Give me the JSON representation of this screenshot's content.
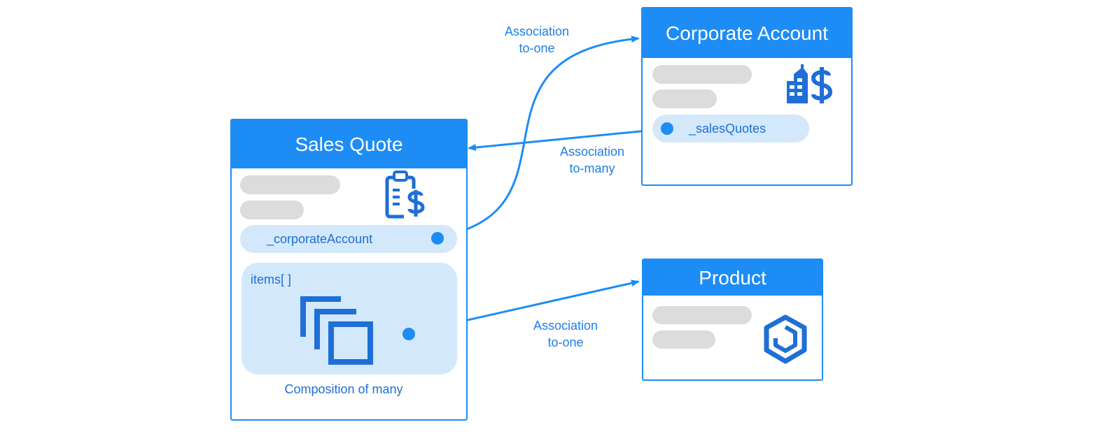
{
  "entities": {
    "corporate_account": {
      "title": "Corporate Account",
      "field": "_salesQuotes"
    },
    "sales_quote": {
      "title": "Sales Quote",
      "field": "_corporateAccount",
      "items_label": "items[ ]",
      "composition_label": "Composition of many"
    },
    "product": {
      "title": "Product"
    }
  },
  "associations": {
    "quote_to_account": {
      "line1": "Association",
      "line2": "to-one"
    },
    "account_to_quotes": {
      "line1": "Association",
      "line2": "to-many"
    },
    "items_to_product": {
      "line1": "Association",
      "line2": "to-one"
    }
  },
  "colors": {
    "primary": "#1e8cf5",
    "field_bg": "#d3e8fb",
    "placeholder": "#dcdcdc"
  },
  "icons": {
    "corporate_account": "building-dollar-icon",
    "sales_quote": "clipboard-dollar-icon",
    "items": "stacked-cards-icon",
    "product": "hexagon-product-icon"
  }
}
